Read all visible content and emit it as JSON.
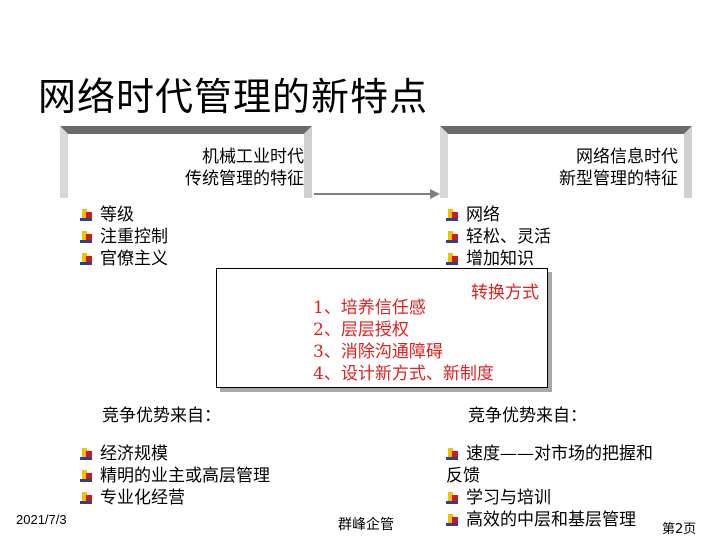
{
  "title": "网络时代管理的新特点",
  "left_header": {
    "line1": "机械工业时代",
    "line2": "传统管理的特征"
  },
  "right_header": {
    "line1": "网络信息时代",
    "line2": "新型管理的特征"
  },
  "left_features": [
    "等级",
    "注重控制",
    "官僚主义"
  ],
  "right_features": [
    "网络",
    "轻松、灵活",
    "增加知识"
  ],
  "conversion": {
    "title": "转换方式",
    "items": [
      "1、培养信任感",
      "2、层层授权",
      "3、消除沟通障碍",
      "4、设计新方式、新制度"
    ],
    "color": "#e0201f"
  },
  "left_advantage": {
    "heading": "竞争优势来自：",
    "items": [
      "经济规模",
      "精明的业主或高层管理",
      "专业化经营"
    ]
  },
  "right_advantage": {
    "heading": "竞争优势来自：",
    "items": [
      "速度——对市场的把握和",
      "反馈",
      "学习与培训",
      "高效的中层和基层管理"
    ]
  },
  "footer": {
    "date": "2021/7/3",
    "brand": "群峰企管",
    "page": "第2页"
  },
  "icons": {
    "bullet": "bullet-icon",
    "arrow": "right-arrow-icon"
  }
}
